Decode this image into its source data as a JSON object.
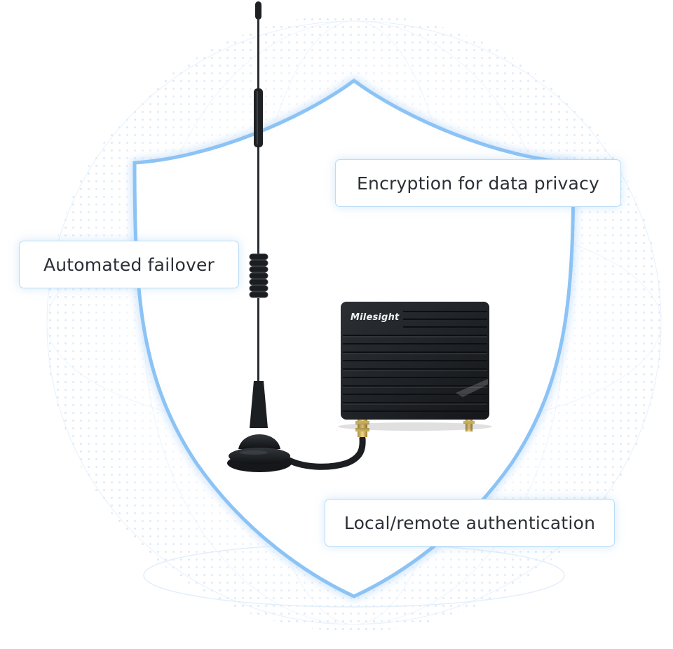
{
  "features": {
    "encryption": "Encryption for data privacy",
    "failover": "Automated failover",
    "authentication": "Local/remote authentication"
  },
  "device": {
    "brand": "Milesight"
  },
  "colors": {
    "shield_stroke": "#8cc3f5",
    "card_border": "#b9dcf7",
    "dot_pattern": "#cfe2f7",
    "device_body": "#1f2226",
    "text": "#2b2f36"
  }
}
